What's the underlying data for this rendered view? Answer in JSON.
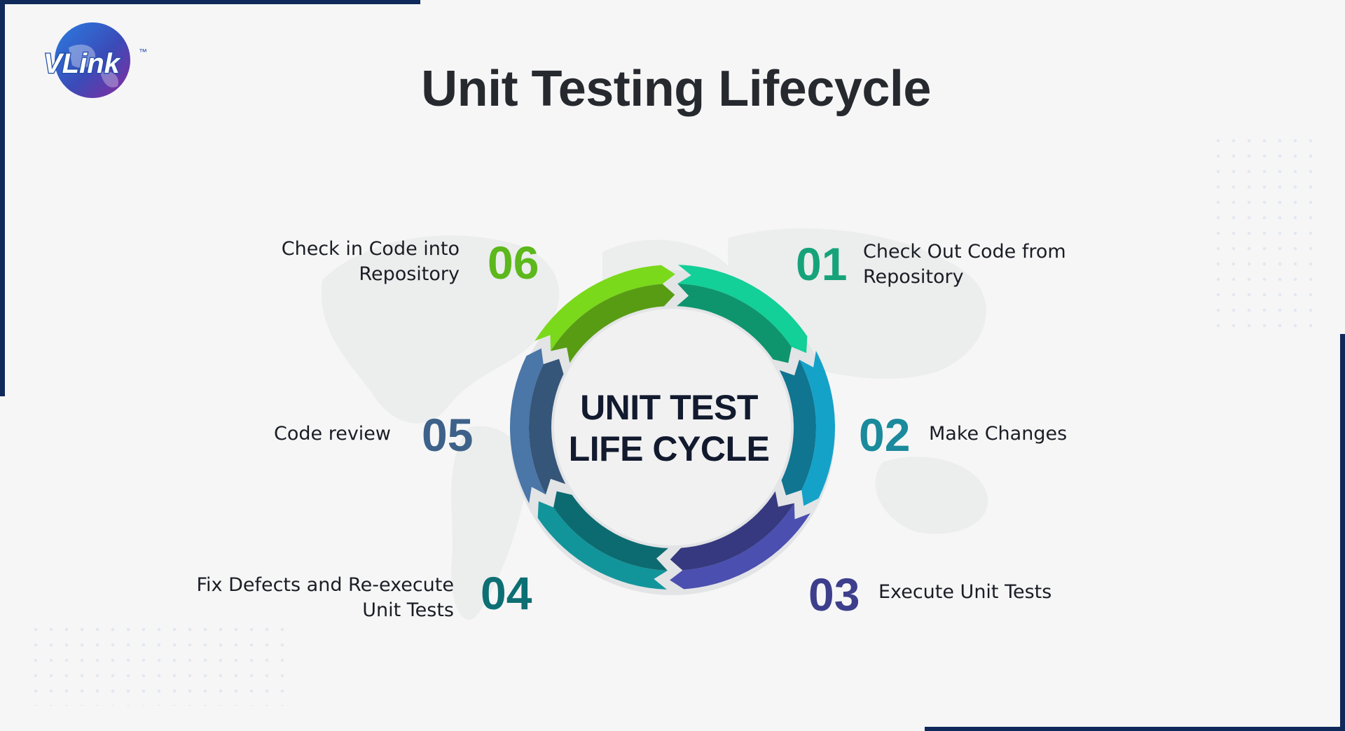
{
  "title": "Unit Testing Lifecycle",
  "logo": {
    "text": "VLink",
    "trademark": "™"
  },
  "center": {
    "line1": "UNIT TEST",
    "line2": "LIFE CYCLE"
  },
  "steps": [
    {
      "number": "01",
      "label_lines": [
        "Check Out Code from",
        "Repository"
      ],
      "color": "#17a37a"
    },
    {
      "number": "02",
      "label_lines": [
        "Make Changes"
      ],
      "color": "#1a8a9c"
    },
    {
      "number": "03",
      "label_lines": [
        "Execute Unit Tests"
      ],
      "color": "#3d3f8c"
    },
    {
      "number": "04",
      "label_lines": [
        "Fix Defects and Re-execute",
        "Unit Tests"
      ],
      "color": "#0d6f73"
    },
    {
      "number": "05",
      "label_lines": [
        "Code review"
      ],
      "color": "#3d6189"
    },
    {
      "number": "06",
      "label_lines": [
        "Check in Code into",
        "Repository"
      ],
      "color": "#5cb81b"
    }
  ],
  "colors": {
    "frame": "#0f2a5a",
    "title": "#26292e",
    "segment_01": "#13cf98",
    "segment_02": "#15a2c9",
    "segment_03": "#4b4fb0",
    "segment_04": "#11959b",
    "segment_05": "#4a76a8",
    "segment_06": "#7ad91a"
  }
}
